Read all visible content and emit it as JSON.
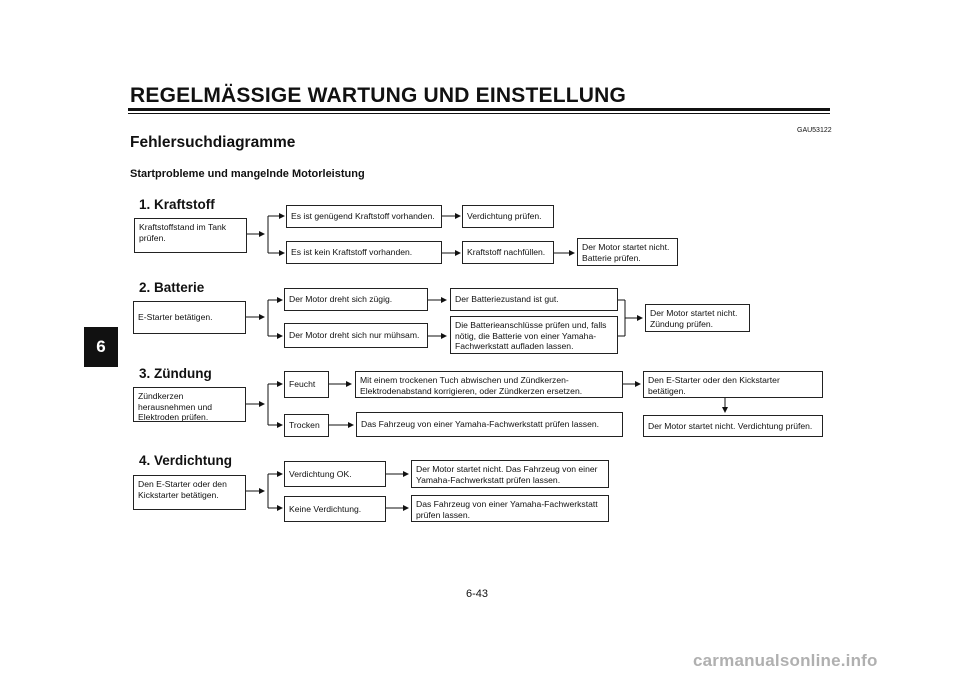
{
  "header": {
    "title": "REGELMÄSSIGE WARTUNG UND EINSTELLUNG",
    "code": "GAU53122"
  },
  "section": {
    "title": "Fehlersuchdiagramme",
    "subtitle": "Startprobleme und mangelnde Motorleistung"
  },
  "chapter_tab": "6",
  "steps": {
    "fuel": {
      "title": "1. Kraftstoff",
      "start": "Kraftstoffstand im Tank prüfen.",
      "branch_a": "Es ist genügend Kraftstoff vorhanden.",
      "result_a": "Verdichtung prüfen.",
      "branch_b": "Es ist kein Kraftstoff vorhanden.",
      "result_b": "Kraftstoff nachfüllen.",
      "result_c": "Der Motor startet nicht. Batterie prüfen."
    },
    "battery": {
      "title": "2. Batterie",
      "start": "E-Starter betätigen.",
      "branch_a": "Der Motor dreht sich zügig.",
      "result_a": "Der Batteriezustand ist gut.",
      "branch_b": "Der Motor dreht sich nur mühsam.",
      "result_b": "Die Batterieanschlüsse prüfen und, falls nötig, die Batterie von einer Yamaha-Fachwerkstatt aufladen lassen.",
      "result_c": "Der Motor startet nicht. Zündung prüfen."
    },
    "ignition": {
      "title": "3. Zündung",
      "start": "Zündkerzen herausnehmen und Elektroden prüfen.",
      "branch_a": "Feucht",
      "result_a": "Mit einem trockenen Tuch abwischen und Zündkerzen-Elektrodenabstand korrigieren, oder Zündkerzen ersetzen.",
      "result_a2": "Den E-Starter oder den Kickstarter betätigen.",
      "branch_b": "Trocken",
      "result_b": "Das Fahrzeug von einer Yamaha-Fachwerkstatt prüfen lassen.",
      "result_c": "Der Motor startet nicht. Verdichtung prüfen."
    },
    "compression": {
      "title": "4. Verdichtung",
      "start": "Den E-Starter oder den Kickstarter betätigen.",
      "branch_a": "Verdichtung OK.",
      "result_a": "Der Motor startet nicht. Das Fahrzeug von einer Yamaha-Fachwerkstatt prüfen lassen.",
      "branch_b": "Keine Verdichtung.",
      "result_b": "Das Fahrzeug von einer Yamaha-Fachwerkstatt prüfen lassen."
    }
  },
  "footer": {
    "page_number": "6-43",
    "watermark": "carmanualsonline.info"
  }
}
